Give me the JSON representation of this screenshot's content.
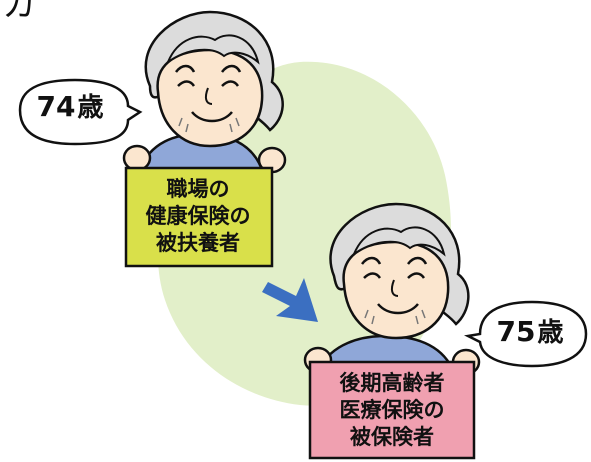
{
  "top_left_fragment": "カ",
  "person_before": {
    "age_number": "74",
    "age_unit": "歳",
    "sign_lines": [
      "職場の",
      "健康保険の",
      "被扶養者"
    ],
    "sign_color": "#d9e04a"
  },
  "person_after": {
    "age_number": "75",
    "age_unit": "歳",
    "sign_lines": [
      "後期高齢者",
      "医療保険の",
      "被保険者"
    ],
    "sign_color": "#f0a0b0"
  },
  "colors": {
    "background_blob": "#e2efc9",
    "arrow": "#3b6fc1",
    "shirt": "#8fa7d8",
    "skin": "#fbe6cf",
    "hair": "#dcdcdc",
    "outline": "#111111"
  },
  "icons": {
    "arrow": "arrow-down-right-icon"
  }
}
